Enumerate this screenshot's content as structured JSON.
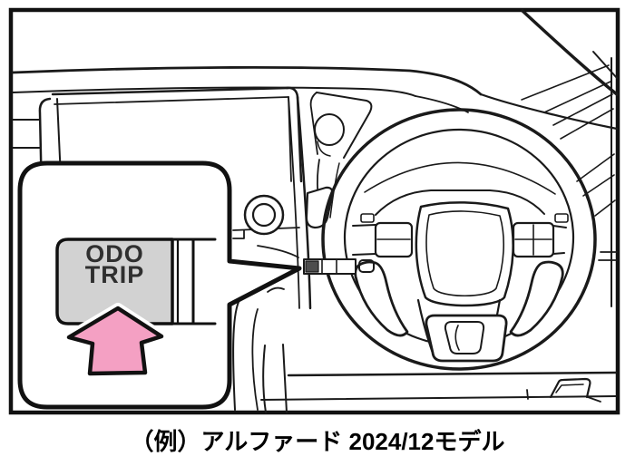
{
  "figure": {
    "type": "manual-illustration",
    "caption": "（例）アルファード 2024/12モデル",
    "callout": {
      "button_line1": "ODO",
      "button_line2": "TRIP"
    },
    "icons": {
      "up_arrow": "up-arrow-icon"
    },
    "colors": {
      "line": "#1a1a1a",
      "frame_border": "#111111",
      "background": "#ffffff",
      "button_fill": "#d2d2d2",
      "arrow_fill": "#f4a0c3",
      "arrow_outline": "#111111",
      "small_button_fill": "#4d4d4d"
    }
  }
}
